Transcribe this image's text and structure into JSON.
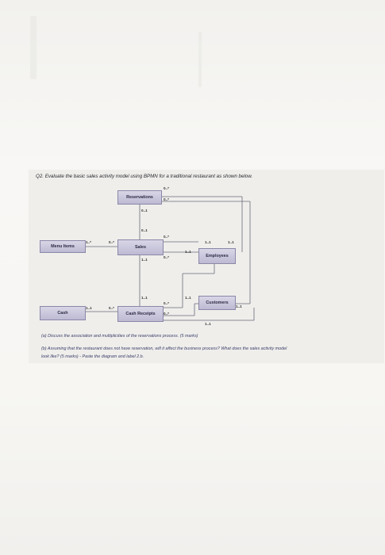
{
  "question": {
    "title": "Q2. Evaluate the basic sales activity model using BPMN for a traditional restaurant as shown below.",
    "part_a": "(a) Discuss the association and multiplicities of the reservations process. (5 marks)",
    "part_b_line1": "(b) Assuming that the restaurant does not have reservation, will it affect the business process? What does the sales activity model",
    "part_b_line2": "look like? (5 marks) - Paste the diagram and label 2.b."
  },
  "diagram": {
    "entities": {
      "reservations": "Reservations",
      "menu_items": "Menu Items",
      "sales": "Sales",
      "employees": "Employees",
      "customers": "Customers",
      "cash": "Cash",
      "cash_receipts": "Cash Receipts"
    },
    "multiplicities": {
      "res_top_right": "0..*",
      "res_right": "0..*",
      "res_below": "0..1",
      "sales_above": "0..1",
      "menu_right": "1..*",
      "sales_left": "0..*",
      "sales_top_right": "0..*",
      "sales_right": "0..*",
      "sales_below": "1..1",
      "emp_top_left": "1..1",
      "emp_top_right": "1..1",
      "emp_left": "1..1",
      "cr_above": "1..1",
      "cr_top_right": "0..*",
      "cust_left": "1..1",
      "cust_right": "1..1",
      "cash_right": "1..1",
      "cr_left": "0..*",
      "cr_right": "0..*",
      "bottom": "1..1"
    }
  }
}
